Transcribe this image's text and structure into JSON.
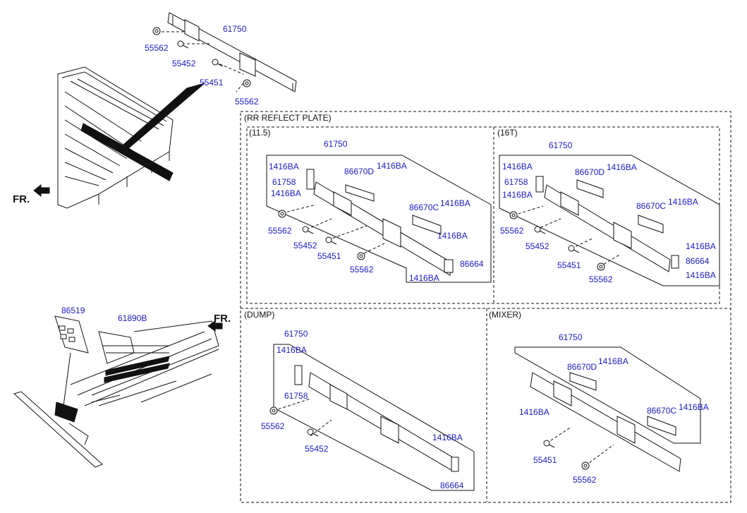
{
  "sections": {
    "rr_reflect_plate": "(RR REFLECT PLATE)",
    "size_11_5": "(11.5)",
    "size_16t": "(16T)",
    "dump": "(DUMP)",
    "mixer": "(MIXER)"
  },
  "fr": "FR.",
  "parts": {
    "top": {
      "p61750": "61750",
      "p55562a": "55562",
      "p55452": "55452",
      "p55451": "55451",
      "p55562b": "55562"
    },
    "s115": {
      "p61750": "61750",
      "b1": "1416BA",
      "p61758": "61758",
      "b2": "1416BA",
      "p86670D": "86670D",
      "b3": "1416BA",
      "p86670C": "86670C",
      "b4": "1416BA",
      "b5": "1416BA",
      "p86664": "86664",
      "b6": "1416BA",
      "p55562a": "55562",
      "p55452": "55452",
      "p55451": "55451",
      "p55562b": "55562"
    },
    "s16t": {
      "p61750": "61750",
      "b1": "1416BA",
      "p61758": "61758",
      "b2": "1416BA",
      "p86670D": "86670D",
      "b3": "1416BA",
      "p86670C": "86670C",
      "b4": "1416BA",
      "b5": "1416BA",
      "p86664": "86664",
      "b6": "1416BA",
      "p55562a": "55562",
      "p55452": "55452",
      "p55451": "55451",
      "p55562b": "55562"
    },
    "left": {
      "p86519": "86519",
      "p61890B": "61890B"
    },
    "dump": {
      "p61750": "61750",
      "b1": "1416BA",
      "p61758": "61758",
      "p55562": "55562",
      "p55452": "55452",
      "b2": "1416BA",
      "p86664": "86664"
    },
    "mixer": {
      "p61750": "61750",
      "p86670D": "86670D",
      "b1": "1416BA",
      "b2": "1416BA",
      "p86670C": "86670C",
      "b3": "1416BA",
      "p55451": "55451",
      "p55562": "55562"
    }
  }
}
